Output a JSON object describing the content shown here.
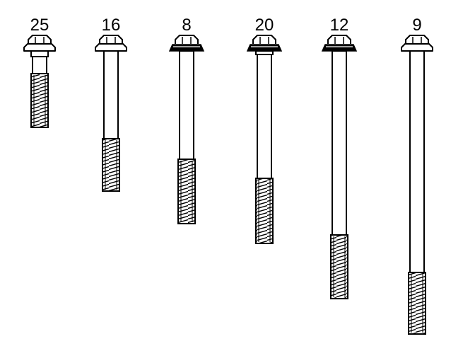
{
  "bolts": [
    {
      "label": "25"
    },
    {
      "label": "16"
    },
    {
      "label": "8"
    },
    {
      "label": "20"
    },
    {
      "label": "12"
    },
    {
      "label": "9"
    }
  ],
  "colors": {
    "ink": "#000000",
    "background": "#ffffff"
  }
}
